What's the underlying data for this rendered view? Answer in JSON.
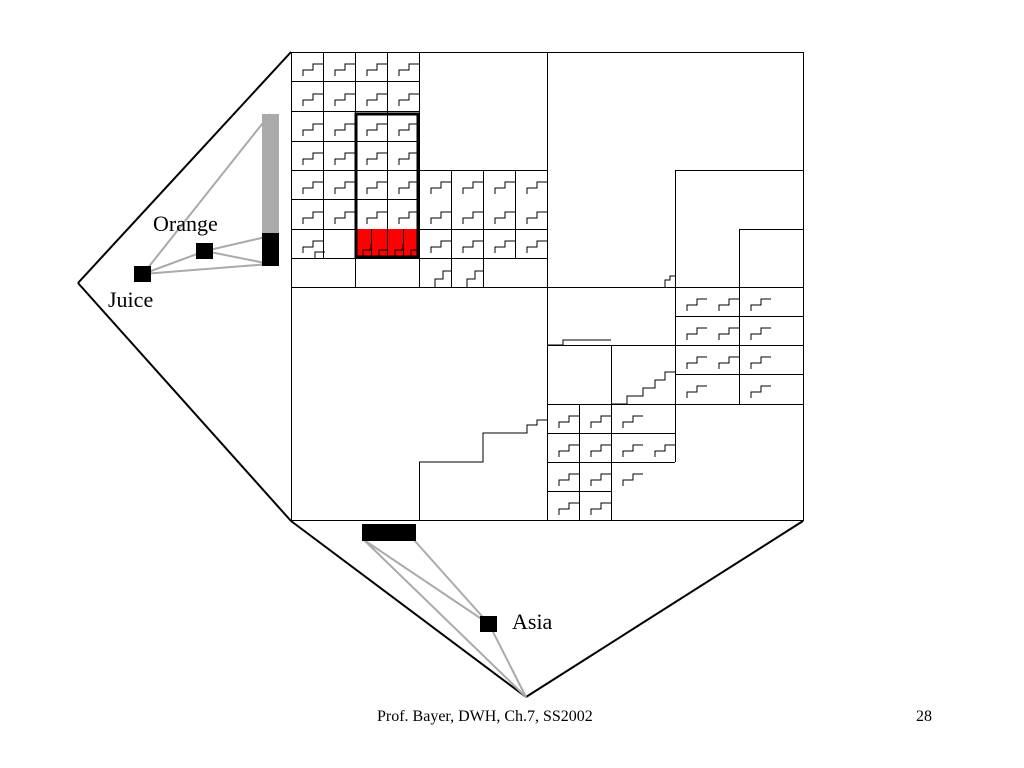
{
  "labels": {
    "orange": "Orange",
    "juice": "Juice",
    "asia": "Asia"
  },
  "footer": {
    "text": "Prof. Bayer, DWH, Ch.7, SS2002",
    "page_number": "28"
  },
  "colors": {
    "highlight": "#ff0000",
    "hierarchy_line": "#aaaaaa",
    "range_bar": "#aaaaaa",
    "outline": "#000000"
  }
}
